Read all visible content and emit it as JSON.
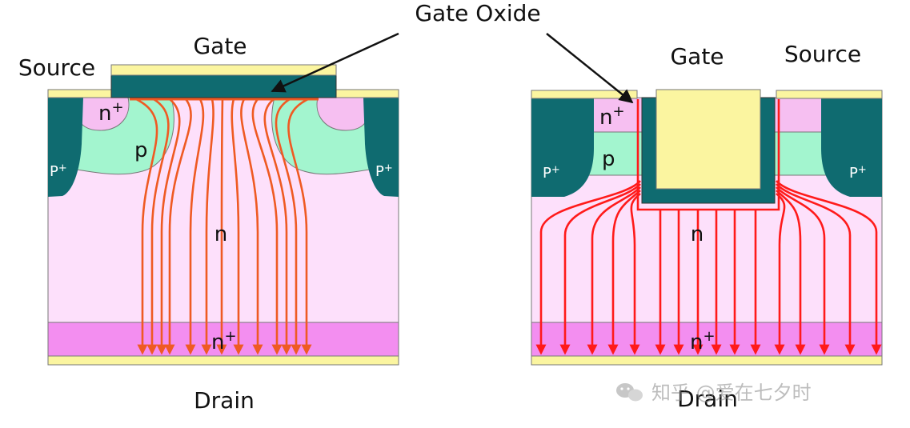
{
  "labels": {
    "gate_oxide": "Gate Oxide",
    "left": {
      "source": "Source",
      "gate": "Gate",
      "n_plus_top": "n",
      "n_plus_top_sup": "+",
      "p_region": "p",
      "p_plus_left": "P",
      "p_plus_left_sup": "+",
      "p_plus_right": "P",
      "p_plus_right_sup": "+",
      "n_drift": "n",
      "n_plus_bottom": "n",
      "n_plus_bottom_sup": "+",
      "drain": "Drain"
    },
    "right": {
      "gate": "Gate",
      "source": "Source",
      "n_plus_top": "n",
      "n_plus_top_sup": "+",
      "p_region": "p",
      "p_plus_left": "P",
      "p_plus_left_sup": "+",
      "p_plus_right": "P",
      "p_plus_right_sup": "+",
      "n_drift": "n",
      "n_plus_bottom": "n",
      "n_plus_bottom_sup": "+",
      "drain": "Drain"
    }
  },
  "watermark": {
    "text": "知乎 @爱在七夕时"
  },
  "colors": {
    "metal": "#fbf5a0",
    "oxide": "#0f6b70",
    "n_drift": "#fde0fb",
    "n_plus_top": "#f6bff1",
    "n_plus_bottom": "#f38ef0",
    "p_region": "#a3f5cf",
    "p_plus": "#0f6b70",
    "current_left": "#ef5a23",
    "current_right": "#ff1a1a",
    "outline": "#444444"
  }
}
